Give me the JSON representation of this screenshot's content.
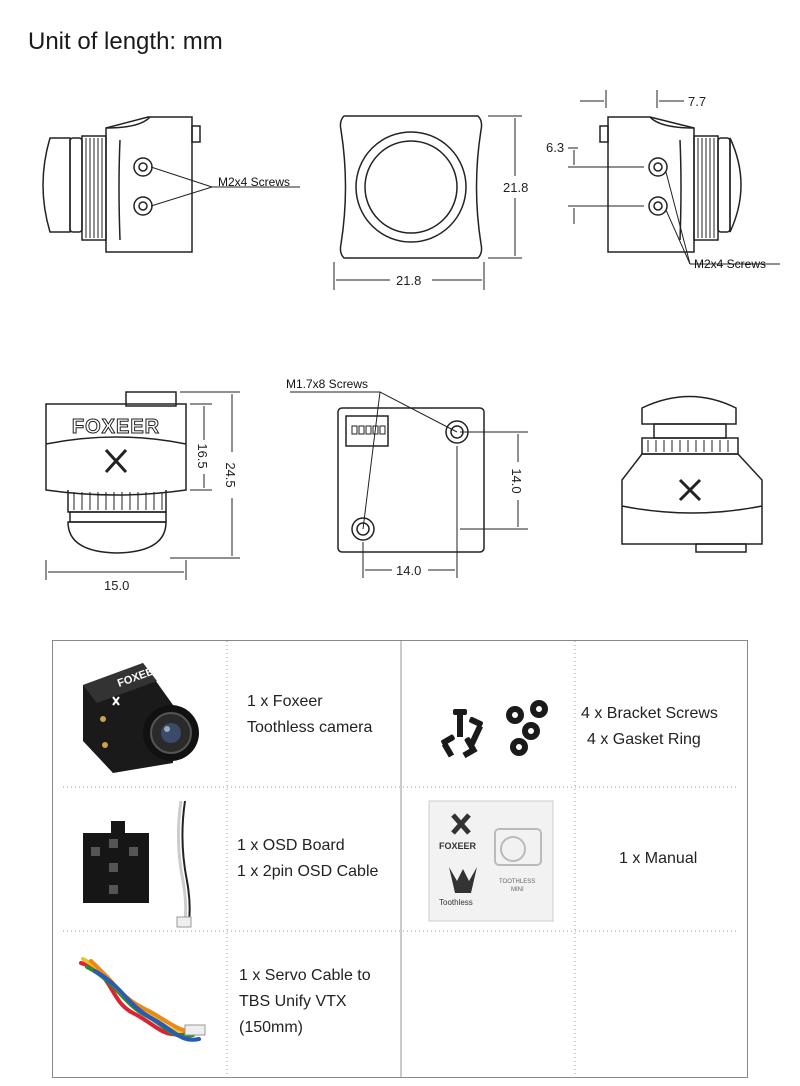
{
  "header": {
    "title": "Unit of length: mm"
  },
  "drawings": {
    "side_left": {
      "screw_label": "M2x4 Screws"
    },
    "front": {
      "height": "21.8",
      "width": "21.8"
    },
    "side_right": {
      "offset_top": "7.7",
      "offset_side": "6.3",
      "screw_label": "M2x4 Screws"
    },
    "rear_view": {
      "brand": "FOXEER",
      "height_body": "16.5",
      "height_total": "24.5",
      "width": "15.0"
    },
    "back_board": {
      "screw_label": "M1.7x8 Screws",
      "height": "14.0",
      "width": "14.0"
    }
  },
  "package": {
    "items": [
      {
        "lines": [
          "1 x Foxeer",
          "Toothless camera"
        ]
      },
      {
        "lines": [
          "4 x Bracket Screws",
          "4 x Gasket Ring"
        ]
      },
      {
        "lines": [
          "1 x OSD Board",
          "1 x 2pin OSD Cable"
        ]
      },
      {
        "lines": [
          "1 x Manual"
        ]
      },
      {
        "lines": [
          "1 x Servo Cable to",
          "TBS Unify VTX",
          "(150mm)"
        ]
      }
    ],
    "camera_brand": "FOXEER",
    "manual_brand": "FOXEER",
    "manual_product": "Toothless",
    "manual_model_line1": "TOOTHLESS",
    "manual_model_line2": "MINI"
  },
  "colors": {
    "line": "#222222",
    "frame": "#8a8a8a",
    "camera": "#1a1a1a"
  }
}
